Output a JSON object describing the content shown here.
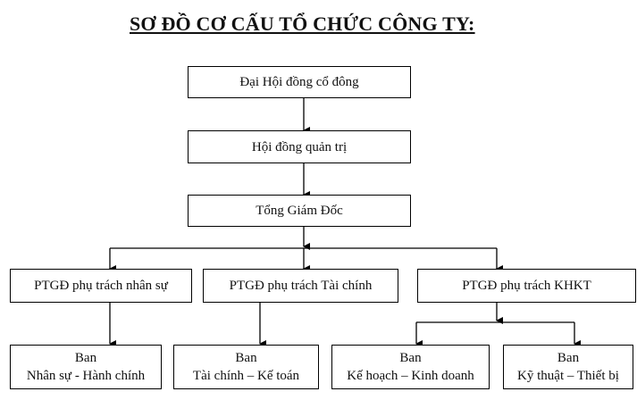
{
  "title": "SƠ ĐỒ CƠ CẤU TỔ CHỨC CÔNG TY:",
  "nodes": {
    "shareholders": "Đại Hội đồng cổ đông",
    "board": "Hội đồng quản trị",
    "ceo": "Tổng Giám Đốc",
    "vp_hr": "PTGĐ phụ trách nhân sự",
    "vp_finance": "PTGĐ phụ trách Tài chính",
    "vp_tech": "PTGĐ phụ trách KHKT",
    "dept_hr": {
      "line1": "Ban",
      "line2": "Nhân sự - Hành chính"
    },
    "dept_finance": {
      "line1": "Ban",
      "line2": "Tài chính – Kế toán"
    },
    "dept_planning": {
      "line1": "Ban",
      "line2": "Kế hoạch – Kinh doanh"
    },
    "dept_tech": {
      "line1": "Ban",
      "line2": "Kỹ thuật – Thiết bị"
    }
  },
  "edges": [
    [
      "shareholders",
      "board"
    ],
    [
      "board",
      "ceo"
    ],
    [
      "ceo",
      "vp_hr"
    ],
    [
      "ceo",
      "vp_finance"
    ],
    [
      "ceo",
      "vp_tech"
    ],
    [
      "vp_hr",
      "dept_hr"
    ],
    [
      "vp_finance",
      "dept_finance"
    ],
    [
      "vp_tech",
      "dept_planning"
    ],
    [
      "vp_tech",
      "dept_tech"
    ]
  ]
}
